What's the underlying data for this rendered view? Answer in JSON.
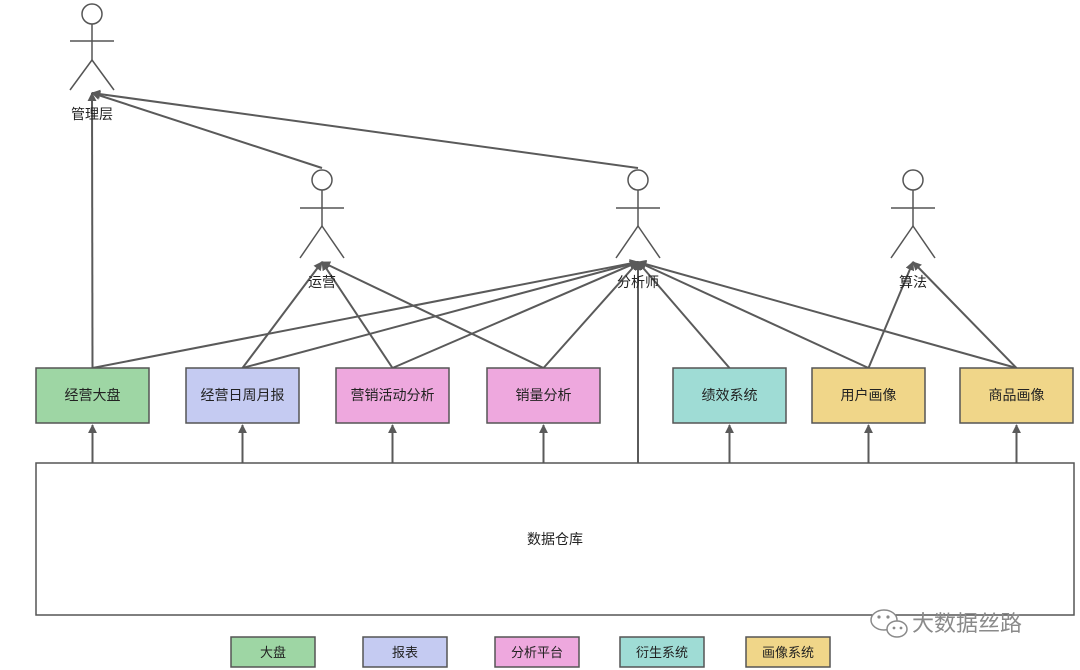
{
  "colors": {
    "line": "#5a5a5a",
    "box_border": "#555555",
    "dapan": "#9ed6a4",
    "baobiao": "#c5cbf2",
    "fenxi": "#eea8de",
    "yansheng": "#9fdcd5",
    "huaxiang": "#f0d689",
    "warehouse": "#ffffff"
  },
  "actors": [
    {
      "id": "mgmt",
      "label": "管理层"
    },
    {
      "id": "ops",
      "label": "运营"
    },
    {
      "id": "analyst",
      "label": "分析师"
    },
    {
      "id": "algo",
      "label": "算法"
    }
  ],
  "systems": [
    {
      "id": "dapan",
      "label": "经营大盘",
      "category": "dapan"
    },
    {
      "id": "report",
      "label": "经营日周月报",
      "category": "baobiao"
    },
    {
      "id": "marketing",
      "label": "营销活动分析",
      "category": "fenxi"
    },
    {
      "id": "sales",
      "label": "销量分析",
      "category": "fenxi"
    },
    {
      "id": "perf",
      "label": "绩效系统",
      "category": "yansheng"
    },
    {
      "id": "user",
      "label": "用户画像",
      "category": "huaxiang"
    },
    {
      "id": "product",
      "label": "商品画像",
      "category": "huaxiang"
    }
  ],
  "warehouse": {
    "label": "数据仓库"
  },
  "legend": [
    {
      "label": "大盘",
      "category": "dapan"
    },
    {
      "label": "报表",
      "category": "baobiao"
    },
    {
      "label": "分析平台",
      "category": "fenxi"
    },
    {
      "label": "衍生系统",
      "category": "yansheng"
    },
    {
      "label": "画像系统",
      "category": "huaxiang"
    }
  ],
  "edges": [
    {
      "from": "dapan",
      "to": "mgmt"
    },
    {
      "from": "ops",
      "to": "mgmt"
    },
    {
      "from": "analyst",
      "to": "mgmt"
    },
    {
      "from": "dapan",
      "to": "analyst"
    },
    {
      "from": "report",
      "to": "ops"
    },
    {
      "from": "report",
      "to": "analyst"
    },
    {
      "from": "marketing",
      "to": "ops"
    },
    {
      "from": "marketing",
      "to": "analyst"
    },
    {
      "from": "sales",
      "to": "ops"
    },
    {
      "from": "sales",
      "to": "analyst"
    },
    {
      "from": "warehouse",
      "to": "analyst"
    },
    {
      "from": "perf",
      "to": "analyst"
    },
    {
      "from": "user",
      "to": "analyst"
    },
    {
      "from": "user",
      "to": "algo"
    },
    {
      "from": "product",
      "to": "analyst"
    },
    {
      "from": "product",
      "to": "algo"
    },
    {
      "from": "warehouse",
      "to": "dapan"
    },
    {
      "from": "warehouse",
      "to": "report"
    },
    {
      "from": "warehouse",
      "to": "marketing"
    },
    {
      "from": "warehouse",
      "to": "sales"
    },
    {
      "from": "warehouse",
      "to": "perf"
    },
    {
      "from": "warehouse",
      "to": "user"
    },
    {
      "from": "warehouse",
      "to": "product"
    }
  ],
  "watermark": {
    "text": "大数据丝路",
    "icon": "wechat-icon"
  }
}
